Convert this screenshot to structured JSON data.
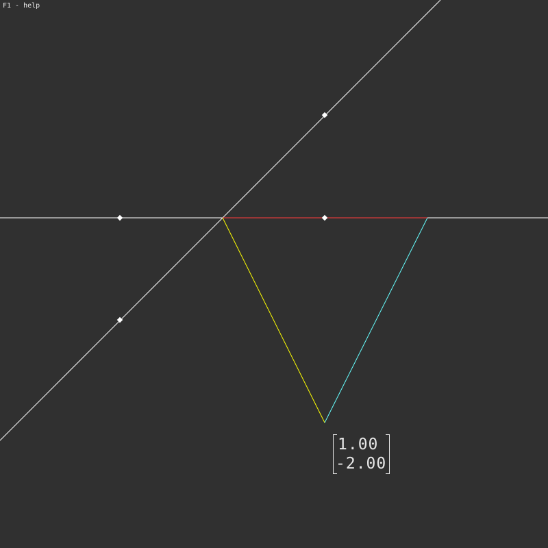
{
  "help": {
    "text": "F1 - help"
  },
  "scene": {
    "colors": {
      "background": "#303030",
      "axis": "#ffffff",
      "segment_a": "#ff3b3b",
      "segment_b": "#ffff00",
      "segment_c": "#66ffff",
      "handle": "#ffffff"
    }
  },
  "vector": {
    "x": "1.00",
    "y": "-2.00"
  }
}
